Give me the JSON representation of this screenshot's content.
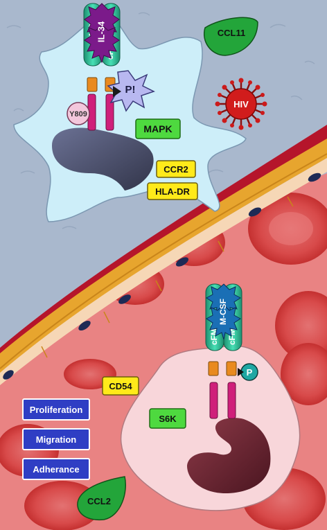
{
  "labels": {
    "receptor": "cFMS",
    "il34": "IL-34",
    "mcsf": "M-CSF",
    "p_burst": "P!",
    "p_circle": "P",
    "y809": "Y809",
    "mapk": "MAPK",
    "ccr2": "CCR2",
    "hladr": "HLA-DR",
    "ccl11": "CCL11",
    "ccl2": "CCL2",
    "hiv": "HIV",
    "cd54": "CD54",
    "s6k": "S6K",
    "proliferation": "Proliferation",
    "migration": "Migration",
    "adherance": "Adherance"
  },
  "colors": {
    "brain_bg": "#a8b7cc",
    "blood_bg": "#e98080",
    "microglia": "#cfeef9",
    "monocyte": "#f8d8dc",
    "nucleus_top": "#4a4f6a",
    "nucleus_bottom": "#6e2a36",
    "receptor_green": "#2fbf9a",
    "receptor_orange": "#e98a1f",
    "receptor_magenta": "#cf1f7a",
    "il34_purple": "#7b1a8a",
    "mcsf_blue": "#1a6fb5",
    "label_green": "#4ed93f",
    "label_yellow": "#ffea1a",
    "label_blue": "#2f3ec4",
    "hiv_red": "#cc1a1a",
    "endothelium": "#f7d8b8",
    "basement_orange": "#e7a52e",
    "vessel_red": "#b0152a"
  }
}
